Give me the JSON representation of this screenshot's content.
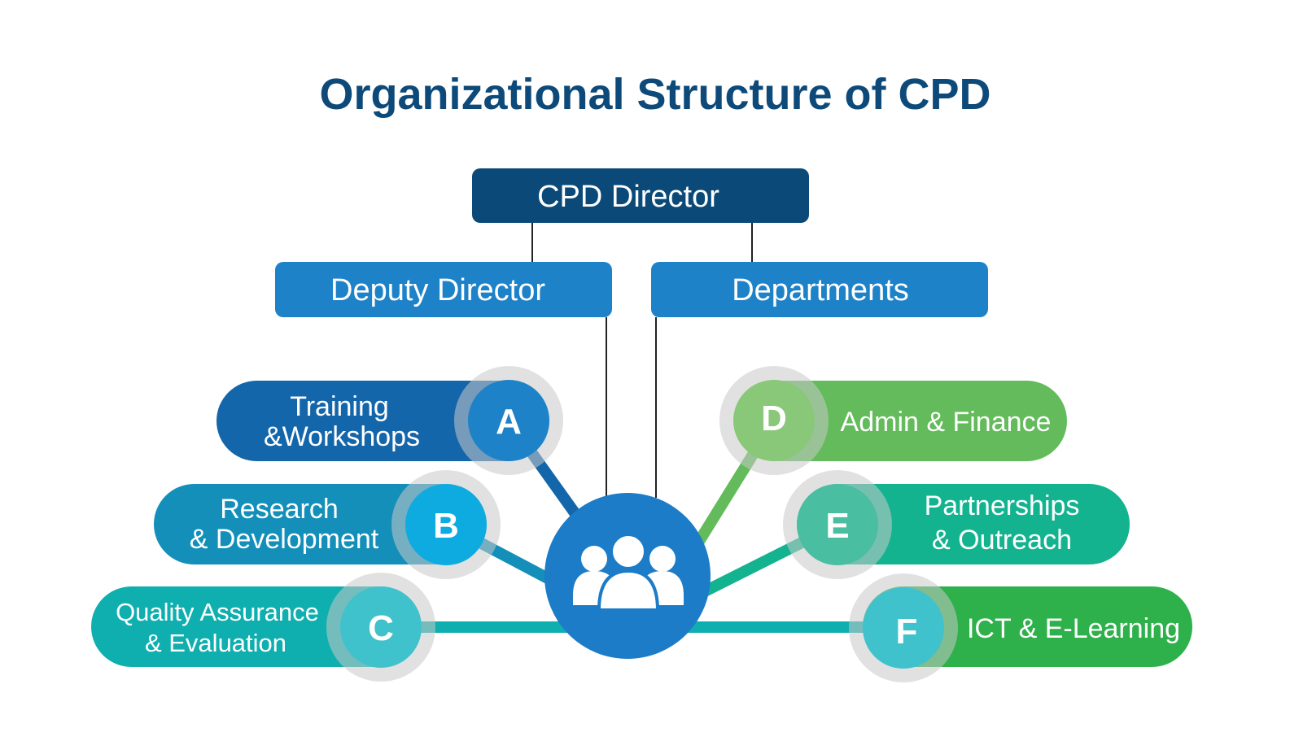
{
  "title": "Organizational Structure of CPD",
  "top": {
    "director": "CPD Director",
    "deputy": "Deputy Director",
    "departments": "Departments"
  },
  "center_icon": "people-group-icon",
  "units": [
    {
      "letter": "A",
      "line1": "Training",
      "line2": "&Workshops",
      "pill_color": "#1466ab",
      "circle_color": "#1e82c8"
    },
    {
      "letter": "B",
      "line1": "Research",
      "line2": "& Development",
      "pill_color": "#138fba",
      "circle_color": "#0eabe0"
    },
    {
      "letter": "C",
      "line1": "Quality Assurance",
      "line2": "& Evaluation",
      "pill_color": "#10afaf",
      "circle_color": "#40c2cc"
    },
    {
      "letter": "D",
      "line1": "Admin & Finance",
      "pill_color": "#63bb5b",
      "circle_color": "#88c878"
    },
    {
      "letter": "E",
      "line1": "Partnerships",
      "line2": "& Outreach",
      "pill_color": "#14b390",
      "circle_color": "#4abea0"
    },
    {
      "letter": "F",
      "line1": "ICT & E-Learning",
      "pill_color": "#2eb04b",
      "circle_color": "#40c2cc"
    }
  ],
  "colors": {
    "title": "#0d4a7a",
    "director": "#0b4a78",
    "secondary": "#1e82c8",
    "center": "#1c7cc7"
  }
}
